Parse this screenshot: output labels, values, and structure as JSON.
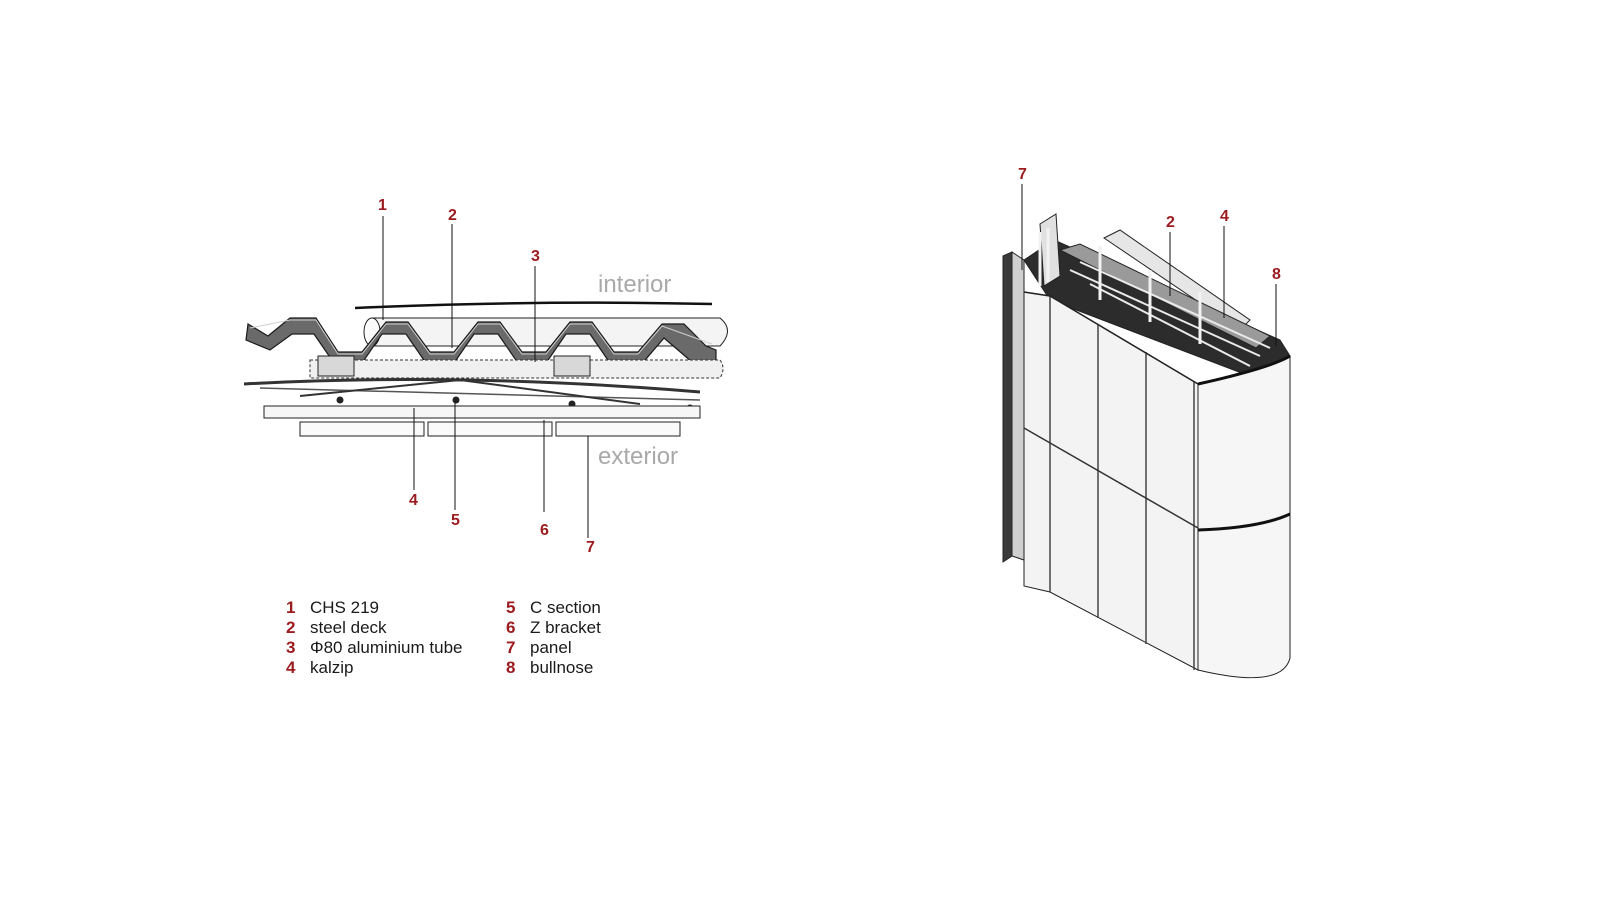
{
  "section": {
    "zones": {
      "interior": "interior",
      "exterior": "exterior"
    },
    "callouts": [
      "1",
      "2",
      "3",
      "4",
      "5",
      "6",
      "7"
    ]
  },
  "axo": {
    "callouts": [
      "7",
      "2",
      "4",
      "8"
    ]
  },
  "legend": [
    {
      "n": "1",
      "label": "CHS 219"
    },
    {
      "n": "2",
      "label": "steel deck"
    },
    {
      "n": "3",
      "label": "Φ80 aluminium tube"
    },
    {
      "n": "4",
      "label": "kalzip"
    },
    {
      "n": "5",
      "label": "C section"
    },
    {
      "n": "6",
      "label": "Z bracket"
    },
    {
      "n": "7",
      "label": "panel"
    },
    {
      "n": "8",
      "label": "bullnose"
    }
  ],
  "colors": {
    "callout": "#9b1b1f",
    "zone_text": "#a9a9a9",
    "line": "#1a1a1a"
  }
}
